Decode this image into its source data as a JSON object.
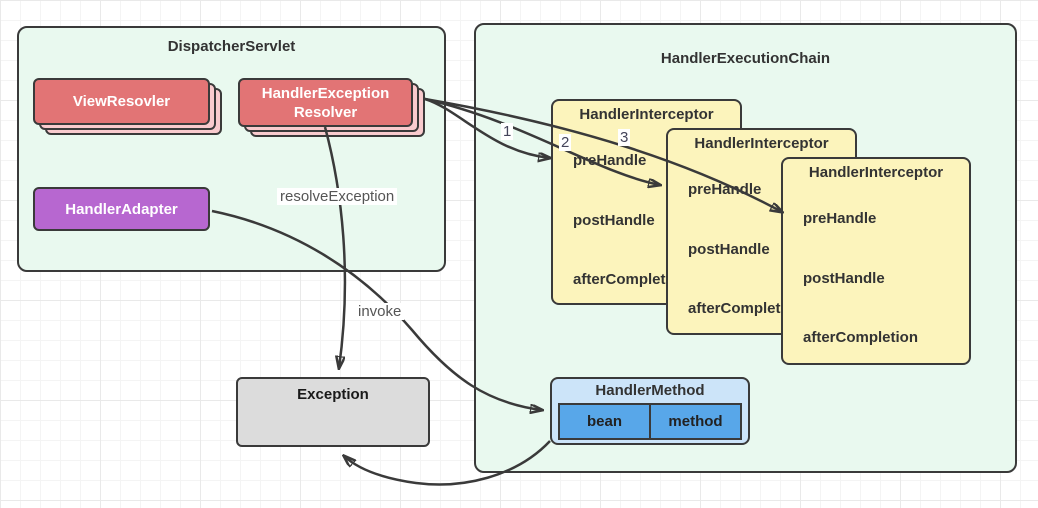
{
  "colors": {
    "container_fill": "#E9F9EF",
    "border": "#3A3A3A",
    "resolver_fill": "#E27475",
    "resolver_stack_fill": "#F9CBCE",
    "adapter_fill": "#B767D0",
    "interceptor_fill": "#FCF4BC",
    "exception_fill": "#DCDCDC",
    "handler_method_fill": "#CCE4F9",
    "handler_method_cell_fill": "#58A7E9",
    "arrow": "#3A3A3A"
  },
  "dispatcher_servlet": {
    "title": "DispatcherServlet",
    "view_resolver_label": "ViewResovler",
    "exception_resolver_line1": "HandlerException",
    "exception_resolver_line2": "Resolver",
    "handler_adapter_label": "HandlerAdapter"
  },
  "execution_chain": {
    "title": "HandlerExecutionChain",
    "interceptors": [
      {
        "title": "HandlerInterceptor",
        "methods": [
          "preHandle",
          "postHandle",
          "afterCompletion"
        ]
      },
      {
        "title": "HandlerInterceptor",
        "methods": [
          "preHandle",
          "postHandle",
          "afterCompletion"
        ]
      },
      {
        "title": "HandlerInterceptor",
        "methods": [
          "preHandle",
          "postHandle",
          "afterCompletion"
        ]
      }
    ],
    "handler_method": {
      "title": "HandlerMethod",
      "cells": [
        "bean",
        "method"
      ]
    }
  },
  "exception_box": {
    "title": "Exception"
  },
  "arrow_labels": {
    "resolve_exception": "resolveException",
    "invoke": "invoke",
    "sequence": [
      "1",
      "2",
      "3"
    ]
  }
}
